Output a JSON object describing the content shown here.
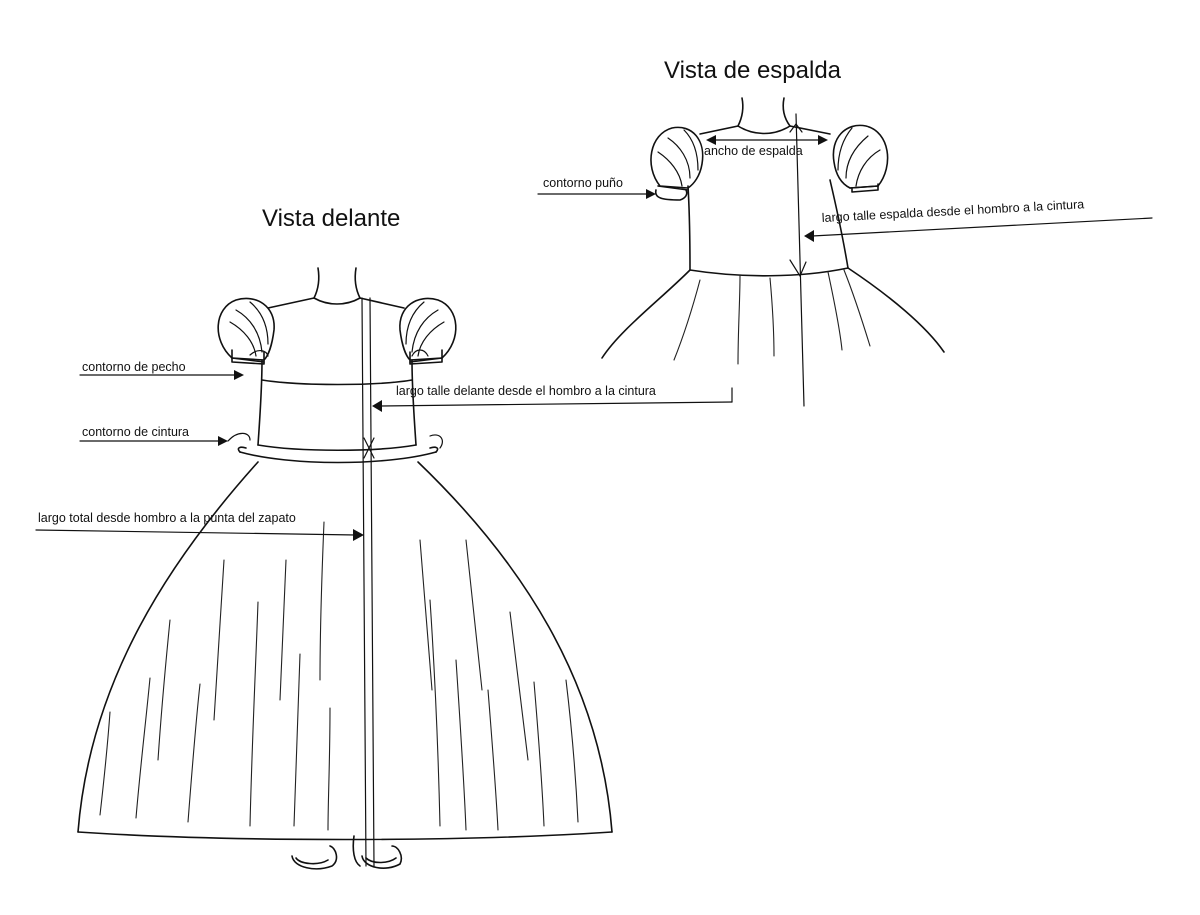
{
  "front_view": {
    "title": "Vista delante",
    "labels": {
      "bust": "contorno de pecho",
      "waist": "contorno de cintura",
      "front_length": "largo talle delante desde el hombro a la cintura",
      "total_length": "largo total desde hombro  a la punta del zapato"
    }
  },
  "back_view": {
    "title": "Vista de espalda",
    "labels": {
      "back_width": "ancho de espalda",
      "cuff": "contorno puño",
      "back_length": "largo talle espalda desde el hombro a la cintura"
    }
  }
}
